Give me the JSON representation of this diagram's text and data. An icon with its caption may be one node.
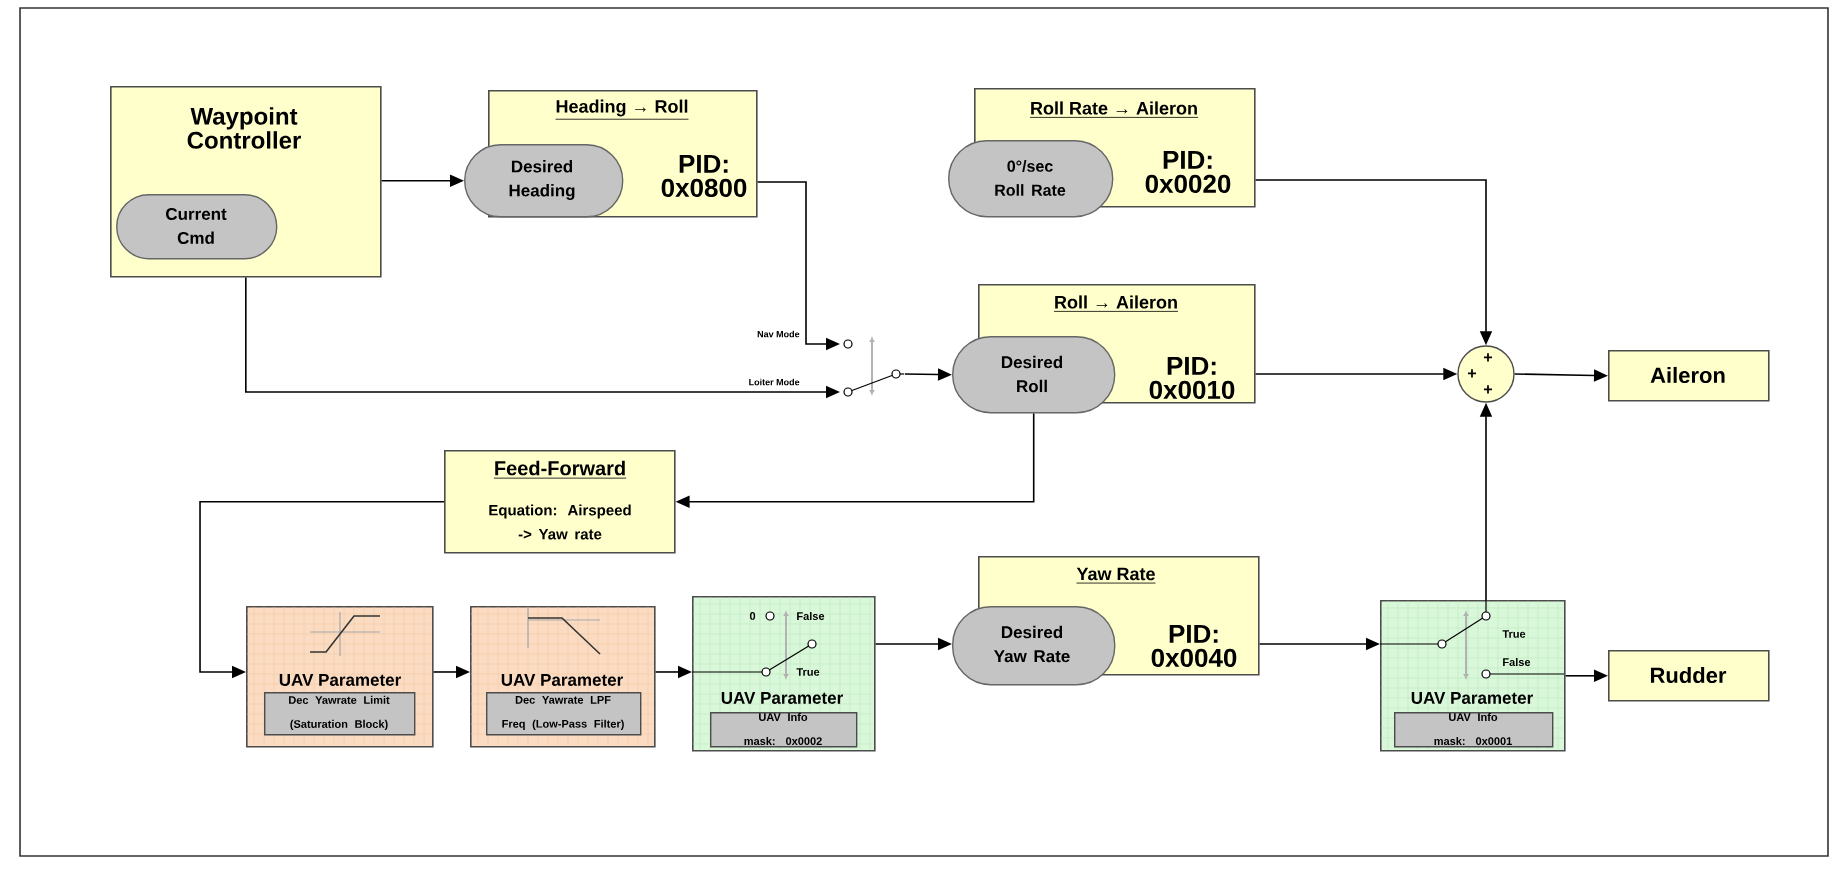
{
  "diagram": {
    "nodes": [
      {
        "text": [
          "Waypoint Controller"
        ]
      },
      {
        "text": [
          "Current Cmd"
        ],
        "in": 0
      },
      {
        "text": [
          "Heading → Roll",
          "PID: 0x0800"
        ]
      },
      {
        "text": [
          "Desired Heading"
        ]
      },
      {
        "text": [
          "Roll Rate → Aileron",
          "PID: 0x0020"
        ]
      },
      {
        "text": [
          "0°/sec Roll Rate"
        ]
      },
      {
        "text": [
          "Roll → Aileron",
          "PID: 0x0010"
        ]
      },
      {
        "text": [
          "Desired Roll"
        ]
      },
      {
        "text": [
          "+",
          "+",
          "+"
        ]
      },
      {
        "text": [
          "Aileron"
        ]
      },
      {
        "text": [],
        "shape": "switch"
      },
      {
        "text": [
          "Feed-Forward",
          "Equation: Airspeed -> Yaw rate"
        ]
      },
      {
        "text": [
          "UAV Parameter"
        ]
      },
      {
        "text": [
          "Dec Yawrate Limit (Saturation Block)"
        ],
        "in": 12
      },
      {
        "text": [
          "UAV Parameter"
        ]
      },
      {
        "text": [
          "Dec Yawrate LPF Freq (Low-Pass Filter)"
        ],
        "in": 14
      },
      {
        "text": [
          "UAV Parameter"
        ]
      },
      {
        "text": [
          "UAV Info mask: 0x0002"
        ],
        "in": 16
      },
      {
        "text": [
          "Yaw Rate",
          "PID: 0x0040"
        ]
      },
      {
        "text": [
          "Desired Yaw Rate"
        ]
      },
      {
        "text": [
          "UAV Parameter"
        ]
      },
      {
        "text": [
          "UAV Info mask: 0x0001"
        ],
        "in": 20
      },
      {
        "text": [
          "Rudder"
        ]
      }
    ],
    "edges": [
      {
        "from": 0,
        "to": 3,
        "arrow": "to"
      },
      {
        "from": 2,
        "to": 10,
        "arrow": "to"
      },
      {
        "from": 0,
        "to": 10,
        "arrow": "to"
      },
      {
        "from": 10,
        "to": 7,
        "arrow": "to"
      },
      {
        "from": 4,
        "to": 8,
        "arrow": "to"
      },
      {
        "from": 6,
        "to": 8,
        "arrow": "to"
      },
      {
        "from": 8,
        "to": 9,
        "arrow": "to"
      },
      {
        "from": 7,
        "to": 11,
        "arrow": "to"
      },
      {
        "from": 11,
        "to": 12,
        "arrow": "to"
      },
      {
        "from": 12,
        "to": 14,
        "arrow": "to"
      },
      {
        "from": 14,
        "to": 16,
        "arrow": "to"
      },
      {
        "from": 16,
        "to": 19,
        "arrow": "to"
      },
      {
        "from": 18,
        "to": 20,
        "arrow": "to"
      },
      {
        "from": 20,
        "to": 8,
        "arrow": "to"
      },
      {
        "from": 20,
        "to": 22,
        "arrow": "to"
      }
    ],
    "labels": [
      "Nav Mode",
      "Loiter Mode",
      "0",
      "False",
      "True",
      "True",
      "False"
    ]
  }
}
